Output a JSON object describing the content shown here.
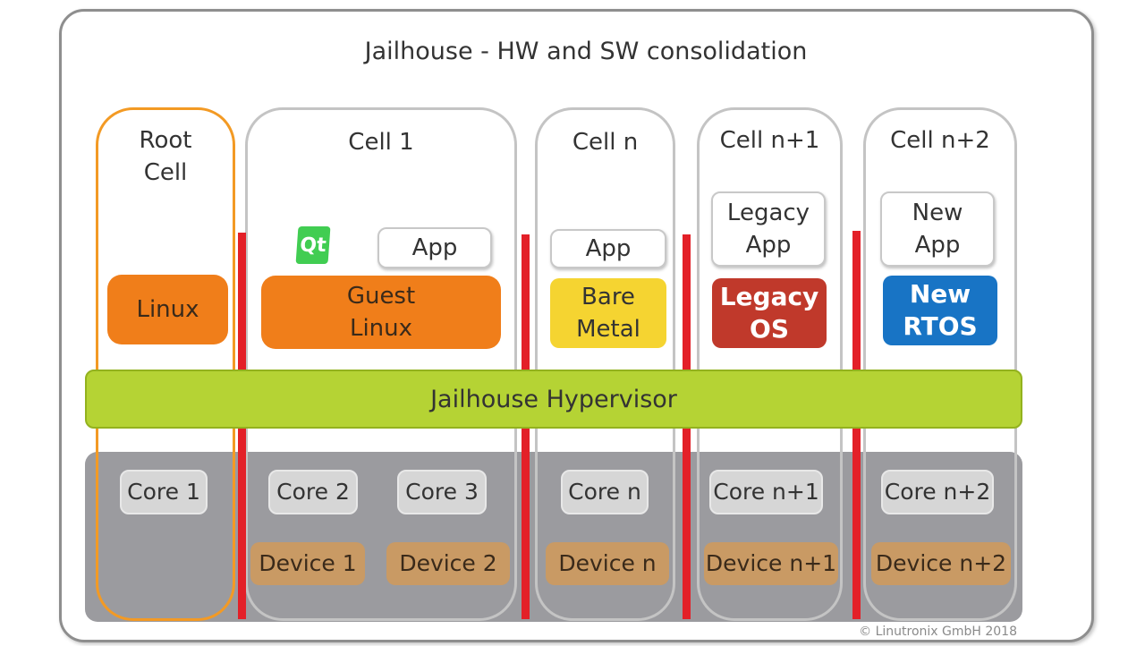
{
  "title": "Jailhouse - HW and SW consolidation",
  "colors": {
    "root_border": "#f39a24",
    "separator": "#e32028",
    "hypervisor": "#b5d334",
    "hardware_band": "#9b9b9f",
    "device": "#c99a64",
    "linux": "#f07e1a",
    "bare_metal": "#f5d431",
    "legacy_os": "#c0392b",
    "new_rtos": "#1874c5"
  },
  "cells": {
    "root": {
      "title": "Root\nCell",
      "os": "Linux",
      "core": "Core 1"
    },
    "cell1": {
      "title": "Cell 1",
      "app": "App",
      "os": "Guest\nLinux",
      "cores": [
        "Core 2",
        "Core 3"
      ],
      "devices": [
        "Device 1",
        "Device 2"
      ],
      "logo": "Qt"
    },
    "celln": {
      "title": "Cell n",
      "app": "App",
      "os": "Bare\nMetal",
      "core": "Core n",
      "device": "Device n"
    },
    "celln1": {
      "title": "Cell n+1",
      "app": "Legacy\nApp",
      "os": "Legacy\nOS",
      "core": "Core n+1",
      "device": "Device n+1"
    },
    "celln2": {
      "title": "Cell n+2",
      "app": "New\nApp",
      "os": "New\nRTOS",
      "core": "Core n+2",
      "device": "Device n+2"
    }
  },
  "hypervisor": "Jailhouse Hypervisor",
  "copyright": "© Linutronix GmbH 2018"
}
